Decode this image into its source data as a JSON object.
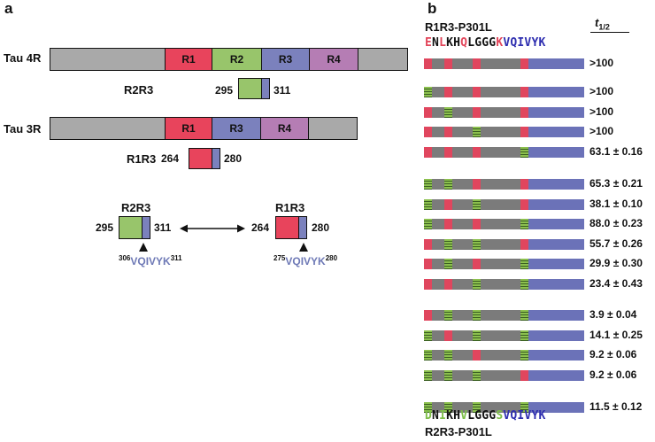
{
  "panel_a": {
    "letter": "a",
    "tau4r": {
      "label": "Tau 4R",
      "domains": [
        "R1",
        "R2",
        "R3",
        "R4"
      ]
    },
    "r2r3_fragment": {
      "label": "R2R3",
      "start": "295",
      "end": "311"
    },
    "tau3r": {
      "label": "Tau 3R",
      "domains": [
        "R1",
        "R3",
        "R4"
      ]
    },
    "r1r3_fragment": {
      "label": "R1R3",
      "start": "264",
      "end": "280"
    },
    "swap": {
      "left": {
        "label": "R2R3",
        "start": "295",
        "end": "311",
        "motif_start": "306",
        "motif": "VQIVYK",
        "motif_end": "311"
      },
      "right": {
        "label": "R1R3",
        "start": "264",
        "end": "280",
        "motif_start": "275",
        "motif": "VQIVYK",
        "motif_end": "280"
      }
    }
  },
  "panel_b": {
    "letter": "b",
    "top_title": "R1R3-P301L",
    "thalf_header": "t",
    "thalf_sub": "1/2",
    "top_sequence": [
      "E",
      "N",
      "L",
      "K",
      "H",
      "Q",
      "L",
      "G",
      "G",
      "G",
      "K",
      "VQIVYK"
    ],
    "bottom_sequence": [
      "D",
      "N",
      "I",
      "K",
      "H",
      "V",
      "L",
      "G",
      "G",
      "G",
      "S",
      "VQIVYK"
    ],
    "bottom_title": "R2R3-P301L",
    "rows": [
      {
        "markers": [
          "r",
          "r",
          "r",
          "r"
        ],
        "thalf": ">100"
      },
      {
        "markers": [
          "g",
          "r",
          "r",
          "r"
        ],
        "thalf": ">100"
      },
      {
        "markers": [
          "r",
          "g",
          "r",
          "r"
        ],
        "thalf": ">100"
      },
      {
        "markers": [
          "r",
          "r",
          "g",
          "r"
        ],
        "thalf": ">100"
      },
      {
        "markers": [
          "r",
          "r",
          "r",
          "g"
        ],
        "thalf": "63.1 ± 0.16"
      },
      {
        "markers": [
          "g",
          "g",
          "r",
          "r"
        ],
        "thalf": "65.3 ± 0.21"
      },
      {
        "markers": [
          "g",
          "r",
          "g",
          "r"
        ],
        "thalf": "38.1 ± 0.10"
      },
      {
        "markers": [
          "g",
          "r",
          "r",
          "g"
        ],
        "thalf": "88.0 ± 0.23"
      },
      {
        "markers": [
          "r",
          "g",
          "g",
          "r"
        ],
        "thalf": "55.7 ± 0.26"
      },
      {
        "markers": [
          "r",
          "g",
          "r",
          "g"
        ],
        "thalf": "29.9 ± 0.30"
      },
      {
        "markers": [
          "r",
          "r",
          "g",
          "g"
        ],
        "thalf": "23.4 ± 0.43"
      },
      {
        "markers": [
          "r",
          "g",
          "g",
          "g"
        ],
        "thalf": "3.9 ± 0.04"
      },
      {
        "markers": [
          "g",
          "r",
          "g",
          "g"
        ],
        "thalf": "14.1 ± 0.25"
      },
      {
        "markers": [
          "g",
          "g",
          "r",
          "g"
        ],
        "thalf": "9.2 ± 0.06"
      },
      {
        "markers": [
          "g",
          "g",
          "g",
          "r"
        ],
        "thalf": "9.2 ± 0.06"
      },
      {
        "markers": [
          "g",
          "g",
          "g",
          "g"
        ],
        "thalf": "11.5 ± 0.12"
      }
    ],
    "colors": {
      "mut_red": "#e0465e",
      "wt_green": "#8cc04e",
      "linker_gray": "#7b7b7b",
      "vqivyk_blue": "#6b72b8"
    }
  },
  "domain_colors": {
    "R1": "#e8445c",
    "R2": "#98c56b",
    "R3": "#7b81bd",
    "R4": "#b57db4",
    "flank": "#a9a9a9"
  }
}
